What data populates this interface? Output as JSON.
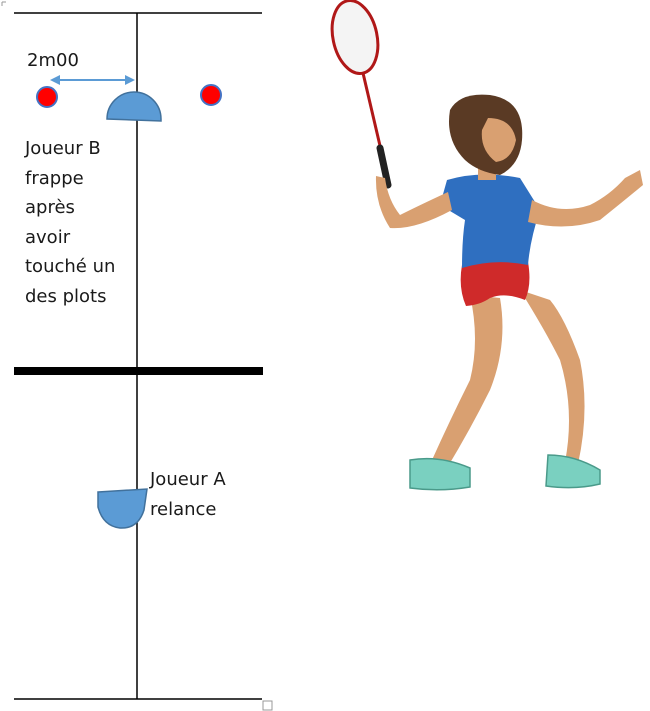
{
  "diagram": {
    "distance_label": "2m00",
    "player_b_caption": [
      "Joueur B",
      "frappe",
      "après",
      "avoir",
      "touché un",
      "des plots"
    ],
    "player_a_caption": [
      "Joueur A",
      "relance"
    ],
    "colors": {
      "line": "#000000",
      "net": "#000000",
      "cone": "#ff0000",
      "cone_outline": "#4472c4",
      "player_marker": "#5b9bd5",
      "player_marker_outline": "#41719c",
      "arrow": "#5b9bd5"
    },
    "illustration": {
      "subject": "badminton-player-figure",
      "racket_icon": "badminton-racket-icon",
      "shirt_color": "#2f6fc0",
      "shorts_color": "#cf2a2a",
      "skin_color": "#d9a071",
      "hair_color": "#5a3a24",
      "shoe_color": "#7ad0c0"
    }
  }
}
